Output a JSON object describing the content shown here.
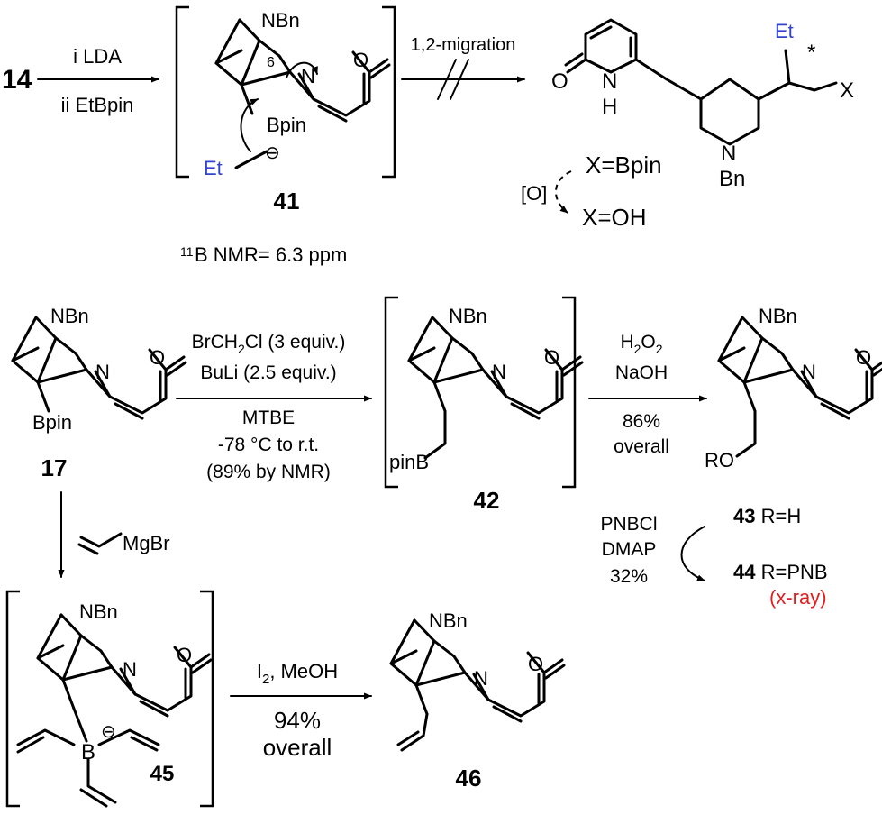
{
  "colors": {
    "text": "#000000",
    "blue_label": "#3344cc",
    "red_label": "#e02020"
  },
  "top": {
    "start_compound": "14",
    "step1_reagent_1": "i LDA",
    "step1_reagent_2": "ii EtBpin",
    "intermediate_41": {
      "nbn": "NBn",
      "n": "N",
      "o": "O",
      "six": "6",
      "bpin": "Bpin",
      "et": "Et",
      "minus": "⊖",
      "label": "41",
      "nmr_sup": "11",
      "nmr_text": "B NMR= 6.3 ppm"
    },
    "migration_label": "1,2-migration",
    "product": {
      "et": "Et",
      "star": "*",
      "x": "X",
      "o": "O",
      "n_ring": "N",
      "h": "H",
      "n_pip": "N",
      "bn": "Bn",
      "ox": "[O]",
      "x_bpin": "X=Bpin",
      "x_oh": "X=OH"
    }
  },
  "middle": {
    "sm_17": {
      "nbn": "NBn",
      "n": "N",
      "o": "O",
      "bpin": "Bpin",
      "label": "17"
    },
    "reagents": {
      "l1_pre": "BrCH",
      "l1_sub": "2",
      "l1_post": "Cl (3 equiv.)",
      "l2": "BuLi (2.5 equiv.)",
      "l3": "MTBE",
      "l4": "-78 °C to r.t.",
      "l5": "(89% by NMR)"
    },
    "intermediate_42": {
      "nbn": "NBn",
      "n": "N",
      "o": "O",
      "pinb": "pinB",
      "label": "42"
    },
    "oxidation": {
      "l1_pre": "H",
      "l1_sub": "2",
      "l1_mid": "O",
      "l1_sub2": "2",
      "l2": "NaOH",
      "l3": "86%",
      "l4": "overall"
    },
    "product_43": {
      "nbn": "NBn",
      "n": "N",
      "o": "O",
      "ro": "RO",
      "label43": "43",
      "r43": " R=H",
      "label44": "44",
      "r44": " R=PNB",
      "xray": "(x-ray)"
    },
    "esterification": {
      "l1": "PNBCl",
      "l2": "DMAP",
      "l3": "32%"
    }
  },
  "bottom": {
    "vinyl_reagent": "MgBr",
    "intermediate_45": {
      "nbn": "NBn",
      "n": "N",
      "o": "O",
      "b": "B",
      "minus": "⊖",
      "label": "45"
    },
    "reagents": {
      "l1_pre": "I",
      "l1_sub": "2",
      "l1_post": ", MeOH",
      "l2": "94%",
      "l3": "overall"
    },
    "product_46": {
      "nbn": "NBn",
      "n": "N",
      "o": "O",
      "label": "46"
    }
  }
}
